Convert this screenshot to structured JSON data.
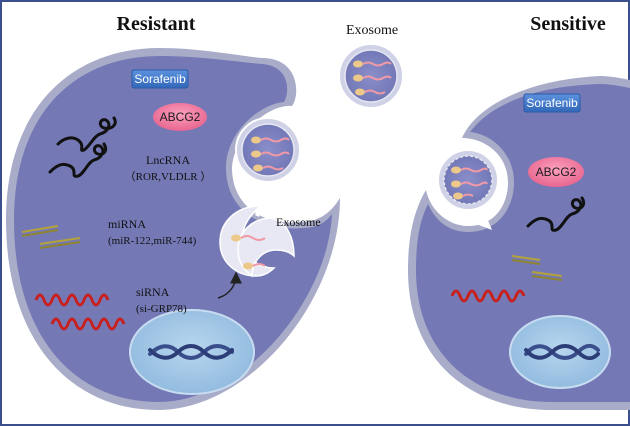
{
  "headings": {
    "resistant": "Resistant",
    "sensitive": "Sensitive",
    "exosome_top": "Exosome"
  },
  "resistant_cell": {
    "drug": "Sorafenib",
    "transporter": "ABCG2",
    "lncrna_label": "LncRNA",
    "lncrna_detail": "（ROR,VLDLR ）",
    "mirna_label": "miRNA",
    "mirna_detail": "(miR-122,miR-744)",
    "sirna_label": "siRNA",
    "sirna_detail": "(si-GRP78)",
    "exosome_label": "Exosome"
  },
  "sensitive_cell": {
    "drug": "Sorafenib",
    "transporter": "ABCG2"
  },
  "colors": {
    "cytoplasm": "#7479b6",
    "membrane": "#a9acc9",
    "nucleus": "#9ec6e6",
    "drug_box": "#3f78c8",
    "abcg2": "#f27aa0",
    "sirna": "#c8201e",
    "mirna": "#b4a23a",
    "vesicle_cargo": "#ecc98a",
    "frame": "#3a4f8c"
  }
}
